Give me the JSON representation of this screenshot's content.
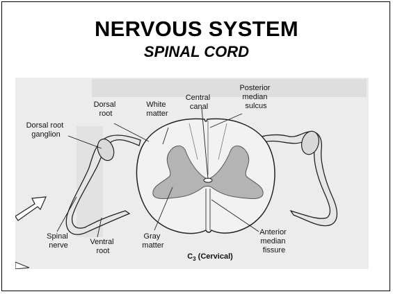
{
  "slide": {
    "title": "NERVOUS SYSTEM",
    "subtitle": "SPINAL CORD"
  },
  "diagram": {
    "labels": {
      "dorsal_root_ganglion": [
        "Dorsal root",
        "ganglion"
      ],
      "dorsal_root": [
        "Dorsal",
        "root"
      ],
      "white_matter": [
        "White",
        "matter"
      ],
      "central_canal": [
        "Central",
        "canal"
      ],
      "posterior_median_sulcus": [
        "Posterior",
        "median",
        "sulcus"
      ],
      "spinal_nerve": [
        "Spinal",
        "nerve"
      ],
      "ventral_root": [
        "Ventral",
        "root"
      ],
      "gray_matter": [
        "Gray",
        "matter"
      ],
      "anterior_median_fissure": [
        "Anterior",
        "median",
        "fissure"
      ]
    },
    "caption_prefix": "C",
    "caption_subscript": "3",
    "caption_suffix": " (Cervical)",
    "colors": {
      "white_matter": "#f2f2f2",
      "gray_matter": "#b4b4b4",
      "nerve": "#e6e6e6",
      "outline": "#222222",
      "background_paper": "#ececec"
    }
  }
}
